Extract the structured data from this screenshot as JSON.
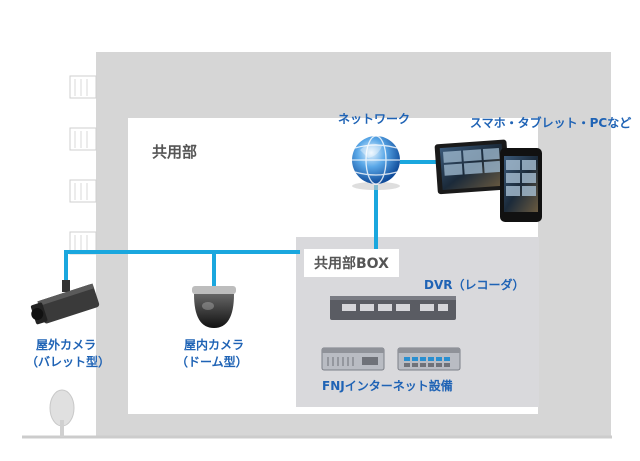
{
  "labels": {
    "area": "共用部",
    "box": "共用部BOX",
    "network": "ネットワーク",
    "devices": "スマホ・タブレット・PCなど",
    "dvr": "DVR（レコーダ）",
    "fnj": "FNJインターネット設備",
    "outdoor_camera_1": "屋外カメラ",
    "outdoor_camera_2": "（バレット型）",
    "indoor_camera_1": "屋内カメラ",
    "indoor_camera_2": "（ドーム型）"
  },
  "colors": {
    "line": "#1aa7de",
    "label_blue": "#1f63b5",
    "building": "#d6d6d6",
    "box_bg": "#d9d9dc"
  }
}
